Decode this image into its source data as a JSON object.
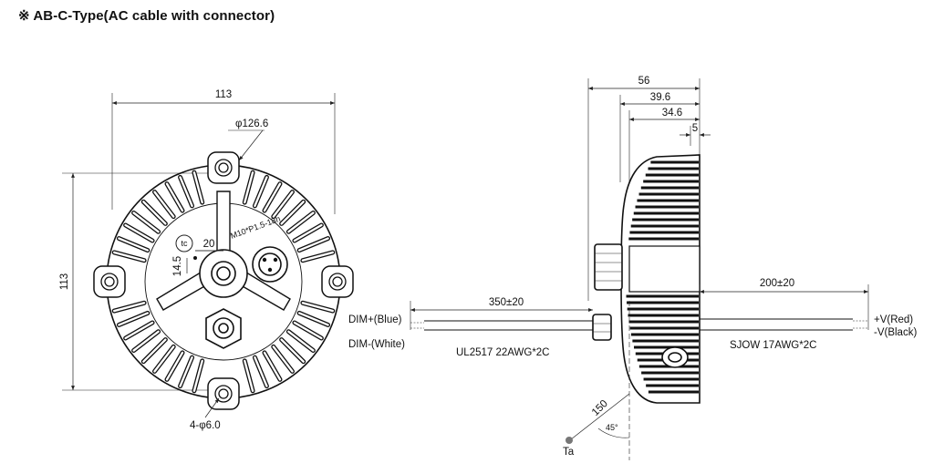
{
  "title": "※ AB-C-Type(AC cable with connector)",
  "front_view": {
    "width_dim": "113",
    "height_dim": "113",
    "diameter_dim": "φ126.6",
    "tc_label": "tc",
    "tc_x_dim": "20",
    "tc_y_dim": "14.5",
    "thread_label": "M10*P1.5-18h",
    "hole_label": "4-φ6.0"
  },
  "side_view": {
    "dim_total": "56",
    "dim_body": "39.6",
    "dim_fins": "34.6",
    "dim_lip": "5",
    "left_cable_length": "350±20",
    "right_cable_length": "200±20",
    "dim_plus_label": "DIM+(Blue)",
    "dim_minus_label": "DIM-(White)",
    "left_cable_spec": "UL2517 22AWG*2C",
    "right_cable_spec": "SJOW 17AWG*2C",
    "v_plus_label": "+V(Red)",
    "v_minus_label": "-V(Black)",
    "ta_distance": "150",
    "ta_angle": "45°",
    "ta_label": "Ta"
  }
}
